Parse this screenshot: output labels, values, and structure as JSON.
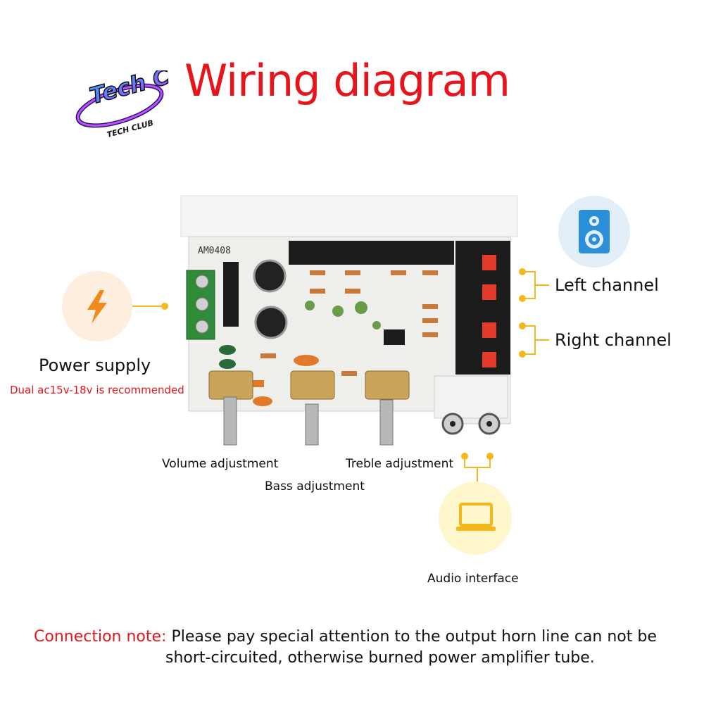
{
  "title": "Wiring diagram",
  "logo": {
    "icon": "tech-club-logo",
    "text_main": "Tech Club",
    "text_sub": "TECH CLUB"
  },
  "board": {
    "silkscreen": "AM0408"
  },
  "power": {
    "label": "Power supply",
    "note": "Dual ac15v-18v is recommended",
    "icon": "lightning-icon"
  },
  "speaker": {
    "icon": "speaker-icon",
    "left_label": "Left channel",
    "right_label": "Right channel"
  },
  "knobs": {
    "volume": "Volume adjustment",
    "bass": "Bass adjustment",
    "treble": "Treble adjustment"
  },
  "audio": {
    "label": "Audio interface",
    "icon": "laptop-icon"
  },
  "connection_note": {
    "prefix": "Connection note:",
    "line1": "Please pay special attention to the output horn line can not be",
    "line2": "short-circuited, otherwise burned power amplifier tube."
  },
  "colors": {
    "title_red": "#e8141c",
    "connector_yellow": "#f5b81c",
    "icon_orange": "#f08a1c",
    "icon_blue": "#2a8fd8"
  }
}
